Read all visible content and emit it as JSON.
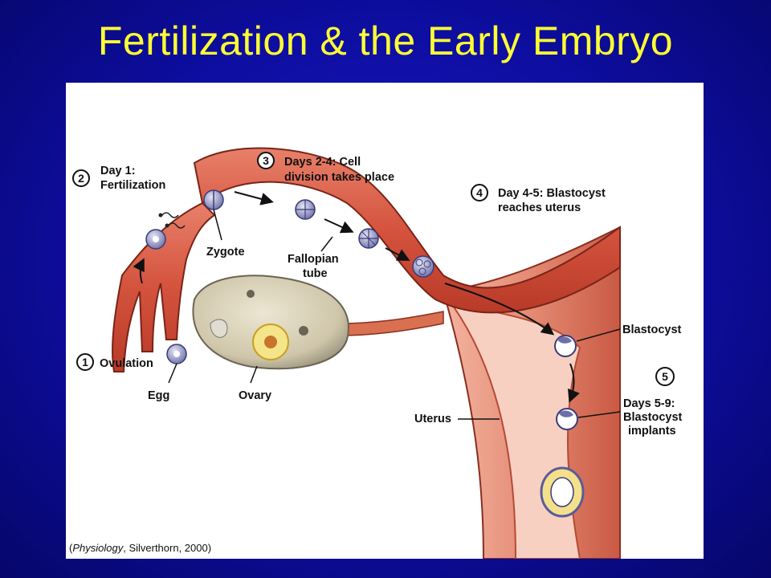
{
  "title": "Fertilization & the Early Embryo",
  "steps": [
    {
      "num": "1",
      "line1": "Ovulation",
      "line2": ""
    },
    {
      "num": "2",
      "line1": "Day 1:",
      "line2": "Fertilization"
    },
    {
      "num": "3",
      "line1": "Days 2-4: Cell",
      "line2": "division takes place"
    },
    {
      "num": "4",
      "line1": "Day 4-5: Blastocyst",
      "line2": "reaches uterus"
    },
    {
      "num": "5",
      "line1": "",
      "line2": ""
    }
  ],
  "labels": {
    "zygote": "Zygote",
    "fallopian_1": "Fallopian",
    "fallopian_2": "tube",
    "egg": "Egg",
    "ovary": "Ovary",
    "blastocyst": "Blastocyst",
    "uterus": "Uterus",
    "implant_1": "Days 5-9:",
    "implant_2": "Blastocyst",
    "implant_3": "implants"
  },
  "citation": {
    "open": "(",
    "book": "Physiology",
    "rest": ", Silverthorn, 2000)"
  },
  "colors": {
    "background": "#0d0d9e",
    "title": "#ffff33",
    "tissue": "#d9604a",
    "tissue_light": "#f0a08a",
    "ovary": "#c9c2a8"
  }
}
